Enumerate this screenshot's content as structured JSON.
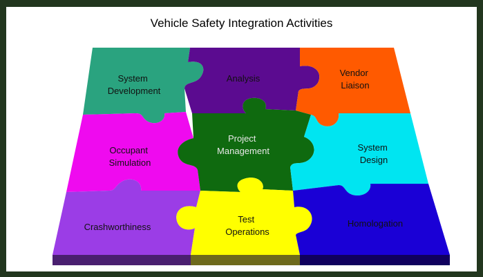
{
  "title": "Vehicle Safety Integration Activities",
  "colors": {
    "frame": "#22361e",
    "panel": "#ffffff",
    "system_development": "#2aa37f",
    "analysis": "#5b0b90",
    "vendor_liaison": "#ff5a00",
    "occupant_simulation": "#ef0aef",
    "project_management": "#0f6a0f",
    "system_design": "#00e5f1",
    "crashworthiness": "#9b3de6",
    "test_operations": "#ffff00",
    "homologation": "#1a00d6"
  },
  "pieces": [
    {
      "key": "system_development",
      "lines": [
        "System",
        "Development"
      ]
    },
    {
      "key": "analysis",
      "lines": [
        "Analysis"
      ]
    },
    {
      "key": "vendor_liaison",
      "lines": [
        "Vendor",
        "Liaison"
      ]
    },
    {
      "key": "occupant_simulation",
      "lines": [
        "Occupant",
        "Simulation"
      ]
    },
    {
      "key": "project_management",
      "lines": [
        "Project",
        "Management"
      ]
    },
    {
      "key": "system_design",
      "lines": [
        "System",
        "Design"
      ]
    },
    {
      "key": "crashworthiness",
      "lines": [
        "Crashworthiness"
      ]
    },
    {
      "key": "test_operations",
      "lines": [
        "Test",
        "Operations"
      ]
    },
    {
      "key": "homologation",
      "lines": [
        "Homologation"
      ]
    }
  ]
}
